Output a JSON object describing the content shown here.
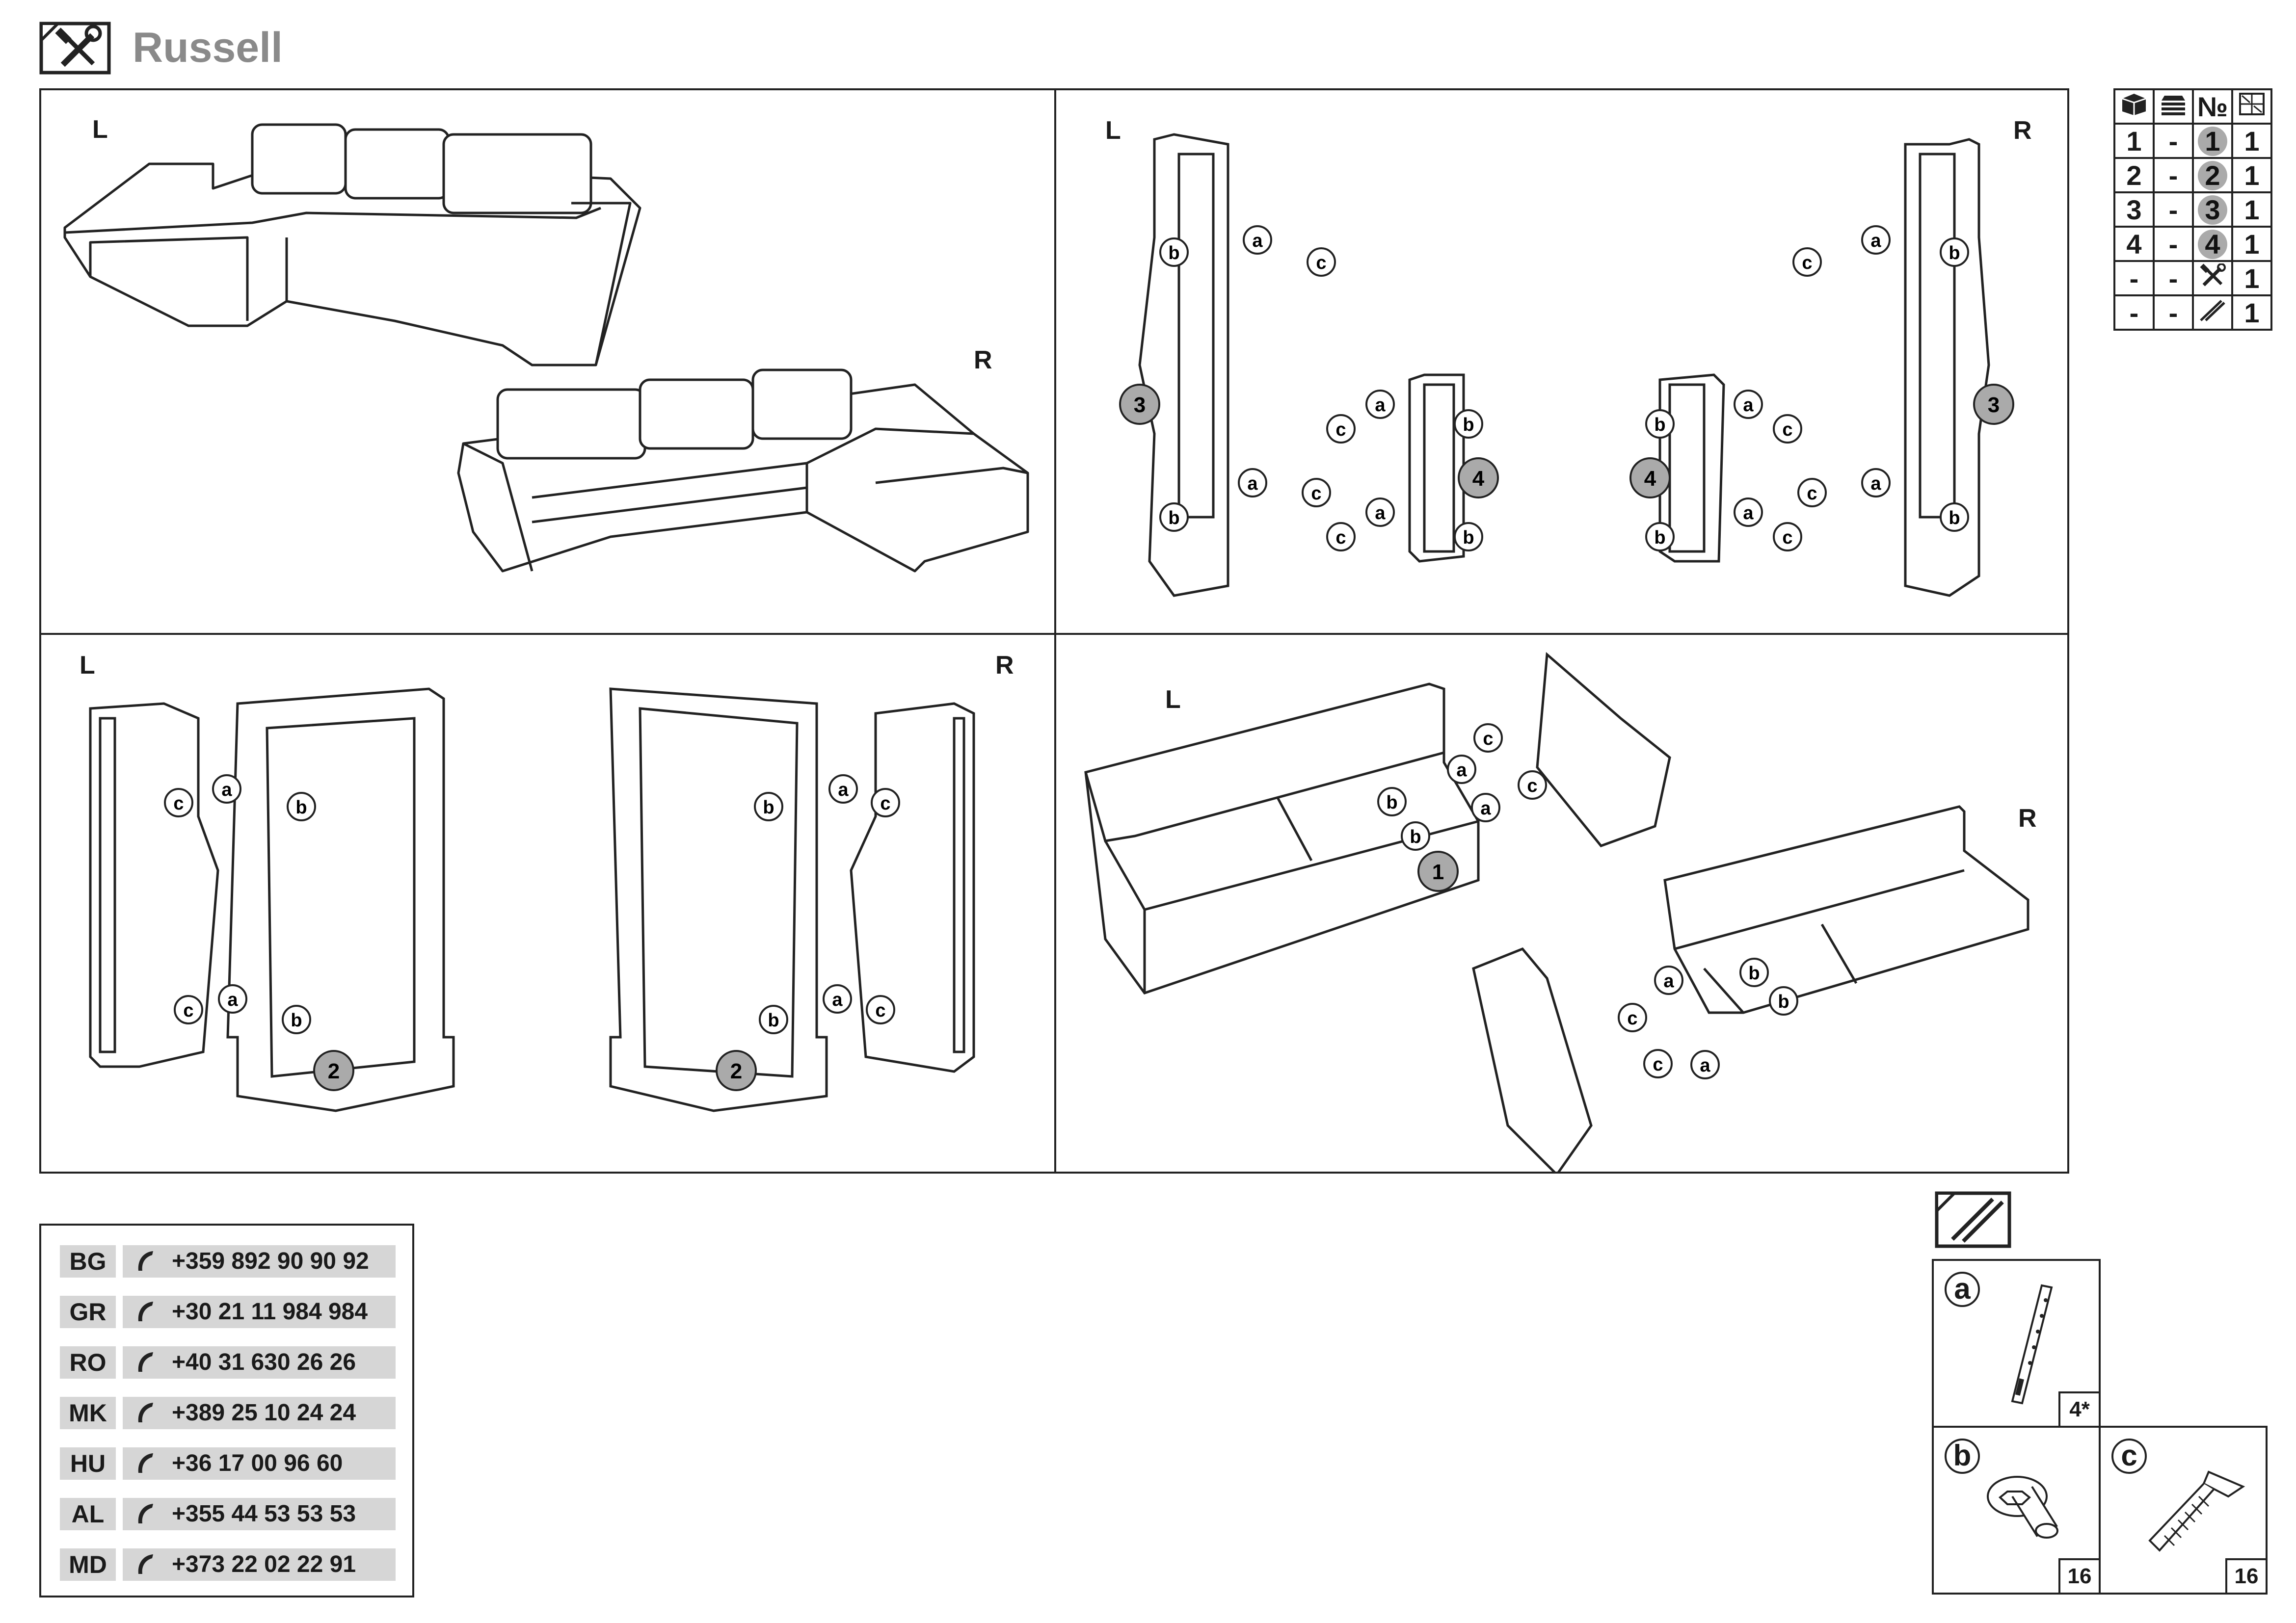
{
  "header": {
    "title": "Russell",
    "logo_icon": "tools-icon"
  },
  "panels": {
    "p1": {
      "left_label": "L",
      "right_label": "R"
    },
    "p2": {
      "left_label": "L",
      "right_label": "R"
    },
    "p3": {
      "left_label": "L",
      "right_label": "R"
    },
    "p4": {
      "left_label": "L",
      "right_label": "R"
    }
  },
  "callouts": {
    "part1": "1",
    "part2": "2",
    "part3": "3",
    "part4": "4",
    "a": "a",
    "b": "b",
    "c": "c"
  },
  "parts_table": {
    "headers": [
      "box-icon",
      "layer-icon",
      "№",
      "sheet-icon"
    ],
    "rows": [
      {
        "col1": "1",
        "col2": "-",
        "num": "1",
        "qty": "1"
      },
      {
        "col1": "2",
        "col2": "-",
        "num": "2",
        "qty": "1"
      },
      {
        "col1": "3",
        "col2": "-",
        "num": "3",
        "qty": "1"
      },
      {
        "col1": "4",
        "col2": "-",
        "num": "4",
        "qty": "1"
      },
      {
        "col1": "-",
        "col2": "-",
        "num": "tools-icon",
        "qty": "1"
      },
      {
        "col1": "-",
        "col2": "-",
        "num": "screws-icon",
        "qty": "1"
      }
    ],
    "num_header": "№"
  },
  "contacts": [
    {
      "code": "BG",
      "phone": "+359 892 90 90 92"
    },
    {
      "code": "GR",
      "phone": "+30 21 11 984 984"
    },
    {
      "code": "RO",
      "phone": "+40 31 630 26 26"
    },
    {
      "code": "MK",
      "phone": "+389 25 10 24 24"
    },
    {
      "code": "HU",
      "phone": "+36 17 00 96 60"
    },
    {
      "code": "AL",
      "phone": "+355 44 53 53 53"
    },
    {
      "code": "MD",
      "phone": "+373 22 02 22 91"
    }
  ],
  "hardware": {
    "a": {
      "letter": "a",
      "qty": "4*"
    },
    "b": {
      "letter": "b",
      "qty": "16"
    },
    "c": {
      "letter": "c",
      "qty": "16"
    }
  }
}
